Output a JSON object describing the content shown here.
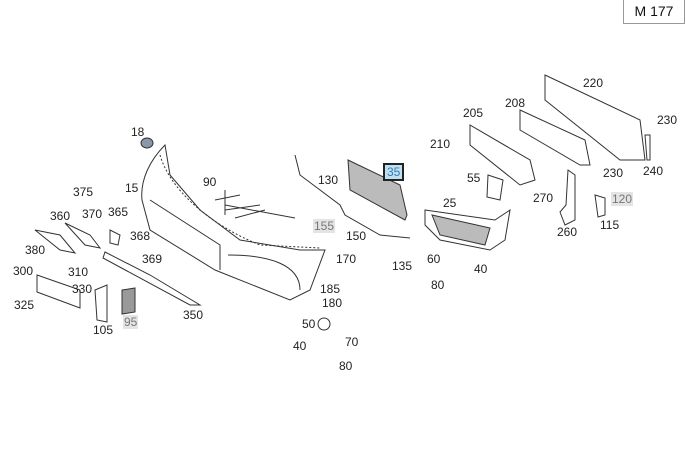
{
  "model_badge": "M 177",
  "parts": [
    {
      "id": "18"
    },
    {
      "id": "15"
    },
    {
      "id": "90"
    },
    {
      "id": "130"
    },
    {
      "id": "35",
      "state": "selected"
    },
    {
      "id": "205"
    },
    {
      "id": "208"
    },
    {
      "id": "220"
    },
    {
      "id": "230"
    },
    {
      "id": "210"
    },
    {
      "id": "55"
    },
    {
      "id": "25"
    },
    {
      "id": "230"
    },
    {
      "id": "240"
    },
    {
      "id": "270"
    },
    {
      "id": "120",
      "state": "unavailable"
    },
    {
      "id": "260"
    },
    {
      "id": "115"
    },
    {
      "id": "375"
    },
    {
      "id": "360"
    },
    {
      "id": "370"
    },
    {
      "id": "365"
    },
    {
      "id": "368"
    },
    {
      "id": "369"
    },
    {
      "id": "380"
    },
    {
      "id": "300"
    },
    {
      "id": "310"
    },
    {
      "id": "330"
    },
    {
      "id": "325"
    },
    {
      "id": "105"
    },
    {
      "id": "95",
      "state": "unavailable"
    },
    {
      "id": "350"
    },
    {
      "id": "155",
      "state": "unavailable"
    },
    {
      "id": "150"
    },
    {
      "id": "170"
    },
    {
      "id": "135"
    },
    {
      "id": "60"
    },
    {
      "id": "40"
    },
    {
      "id": "80"
    },
    {
      "id": "185"
    },
    {
      "id": "180"
    },
    {
      "id": "50"
    },
    {
      "id": "40"
    },
    {
      "id": "70"
    },
    {
      "id": "80"
    }
  ]
}
